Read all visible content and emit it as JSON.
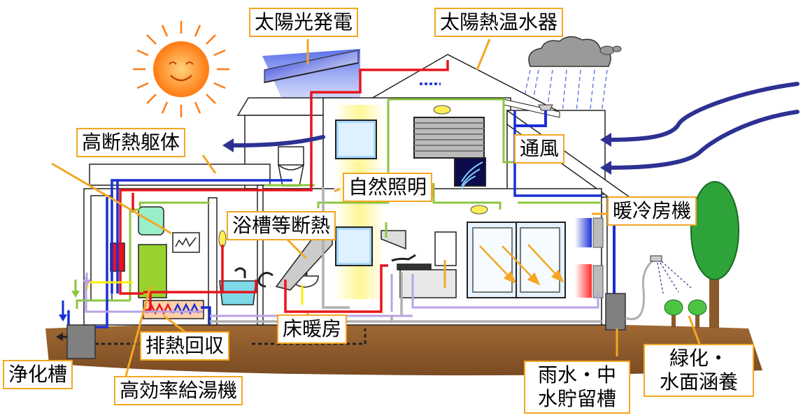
{
  "labels": {
    "solar_power": "太陽光発電",
    "solar_water_heater": "太陽熱温水器",
    "high_insulation_frame": "高断熱躯体",
    "ventilation": "通風",
    "natural_lighting": "自然照明",
    "bathtub_insulation": "浴槽等断熱",
    "air_conditioner": "暖冷房機",
    "floor_heating": "床暖房",
    "heat_recovery": "排熱回収",
    "septic_tank": "浄化槽",
    "high_efficiency_water_heater": "高効率給湯機",
    "rainwater_tank_line1": "雨水・中",
    "rainwater_tank_line2": "水貯留槽",
    "greening_line1": "緑化・",
    "greening_line2": "水面涵養"
  },
  "colors": {
    "label_border": "#f5a623",
    "leader_line": "#f5a623",
    "hot_pipe": "#e8141c",
    "cold_pipe": "#1a2fd6",
    "wiring": "#8cc63f",
    "drain_pipe": "#b0b0b0",
    "floor_heat_pipe": "#b9a2e6",
    "wind_arrow": "#2e3192",
    "ground": "#8b5a2b"
  }
}
